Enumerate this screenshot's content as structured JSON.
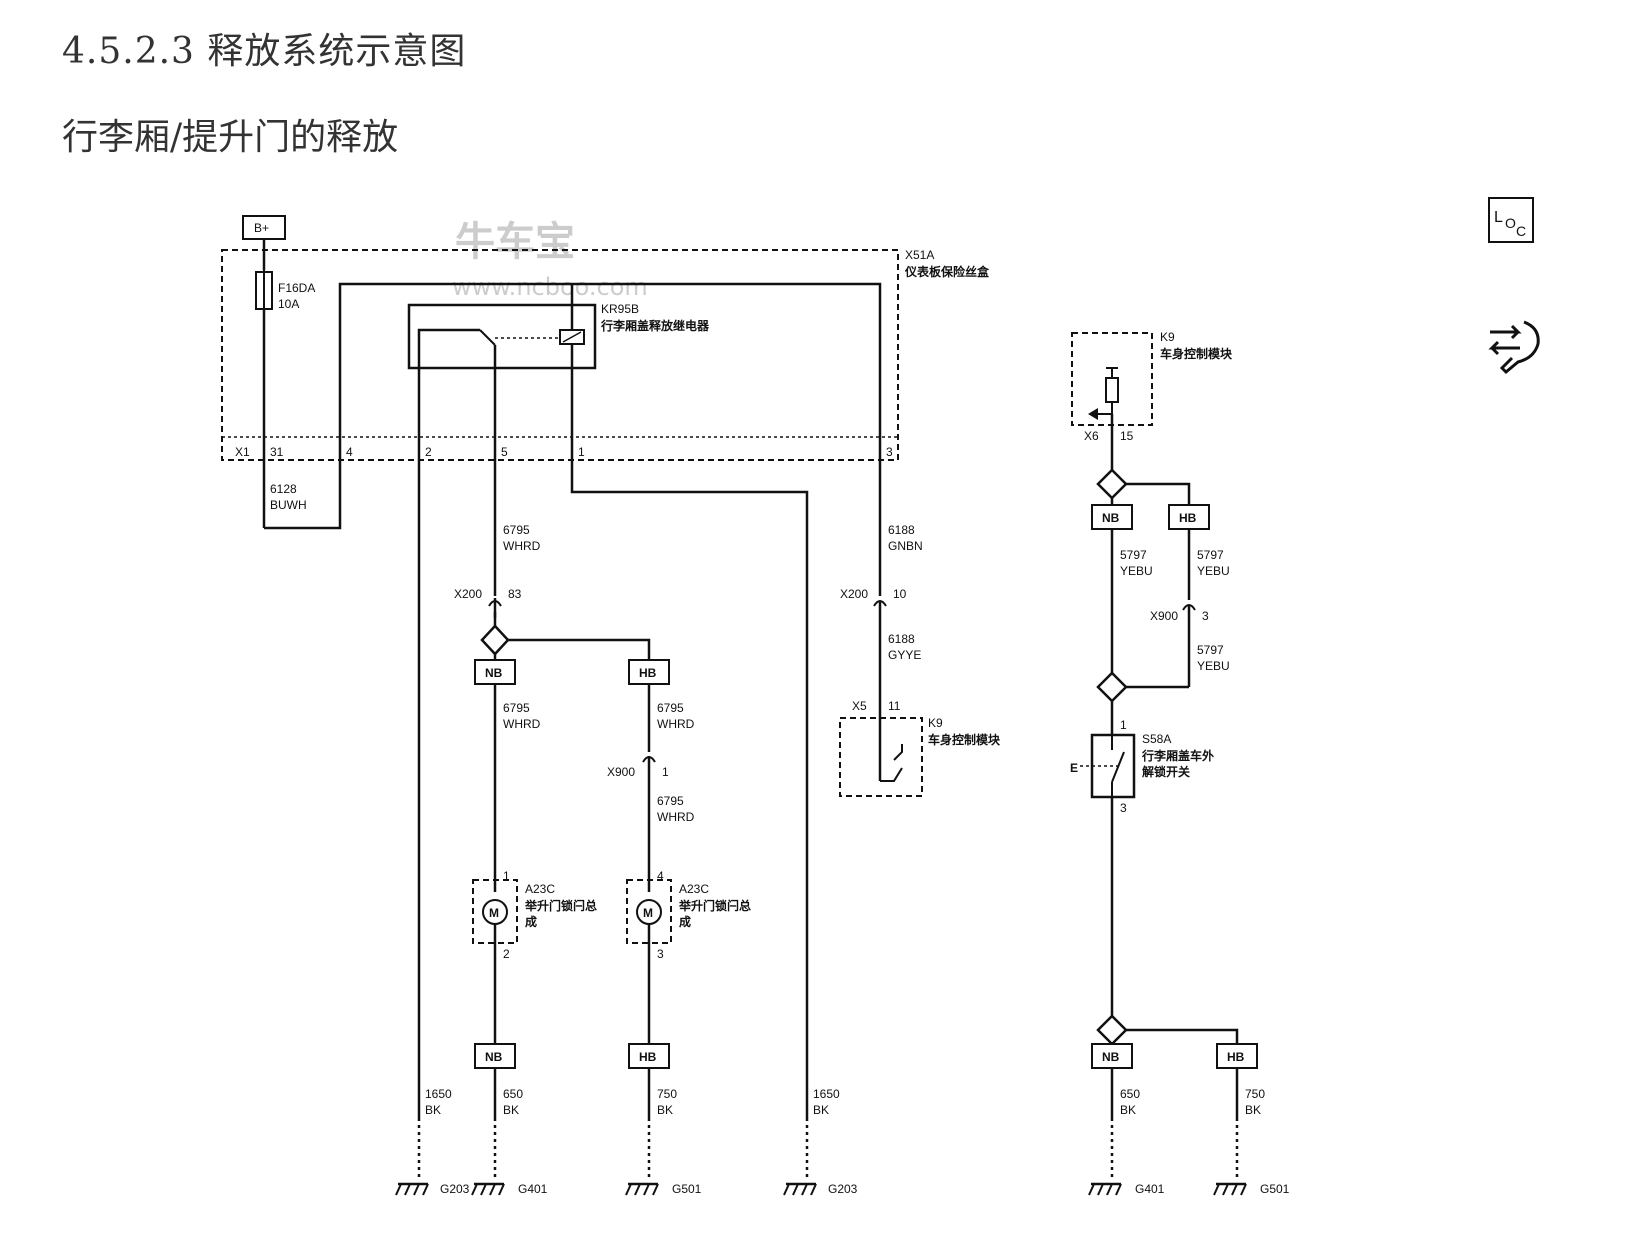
{
  "header": {
    "title": "4.5.2.3 释放系统示意图",
    "subtitle": "行李厢/提升门的释放"
  },
  "watermark": {
    "brand": "牛车宝",
    "url": "www.ncboo.com"
  },
  "icons": {
    "loc": "loc-icon",
    "service": "service-icon"
  },
  "supply": {
    "label": "B+"
  },
  "fuse_block": {
    "id": "X51A",
    "name": "仪表板保险丝盒",
    "fuse_id": "F16DA",
    "fuse_rating": "10A",
    "relay_id": "KR95B",
    "relay_name": "行李厢盖释放继电器",
    "connector": "X1",
    "pins": {
      "p31": "31",
      "p4": "4",
      "p2": "2",
      "p5": "5",
      "p1": "1",
      "p3": "3"
    }
  },
  "wires": {
    "w6128_num": "6128",
    "w6128_color": "BUWH",
    "w6795_num": "6795",
    "w6795_color": "WHRD",
    "w6188_num": "6188",
    "w6188a_color": "GNBN",
    "w6188b_color": "GYYE",
    "w5797_num": "5797",
    "w5797_color": "YEBU",
    "w1650_num": "1650",
    "w650_num": "650",
    "w750_num": "750",
    "bk": "BK"
  },
  "connectors": {
    "x200": "X200",
    "x200_pin83": "83",
    "x200_pin10": "10",
    "x900": "X900",
    "x900_pin1": "1",
    "x900_pin3": "3",
    "x5": "X5",
    "x5_pin": "11",
    "x6": "X6",
    "x6_pin": "15"
  },
  "splice": {
    "nb": "NB",
    "hb": "HB"
  },
  "modules": {
    "k9": "K9",
    "k9_name": "车身控制模块"
  },
  "actuators": {
    "id": "A23C",
    "name1": "举升门锁闩总",
    "name2": "成",
    "motor": "M",
    "left_pin_top": "1",
    "left_pin_bot": "2",
    "right_pin_top": "4",
    "right_pin_bot": "3"
  },
  "switch": {
    "id": "S58A",
    "name1": "行李厢盖车外",
    "name2": "解锁开关",
    "pin_top": "1",
    "pin_bot": "3",
    "e_label": "E"
  },
  "grounds": {
    "g203": "G203",
    "g401": "G401",
    "g501": "G501"
  }
}
